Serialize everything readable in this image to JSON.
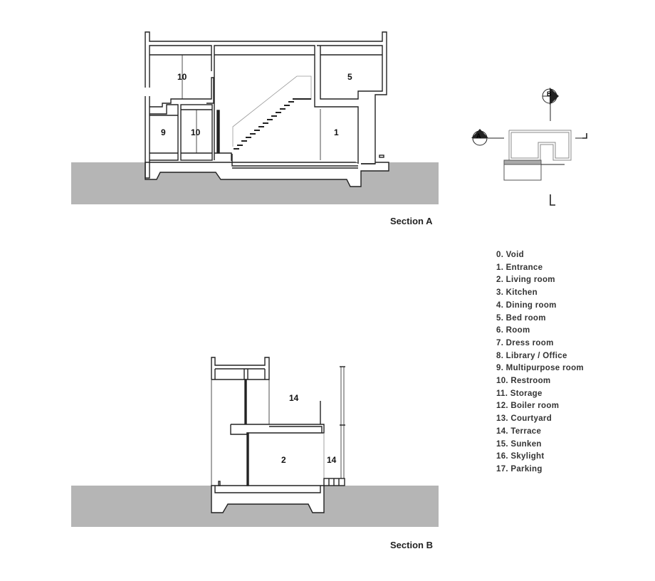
{
  "section_a": {
    "caption": "Section A",
    "room_labels": [
      "10",
      "5",
      "9",
      "10",
      "1"
    ]
  },
  "section_b": {
    "caption": "Section B",
    "room_labels": [
      "14",
      "2",
      "14"
    ]
  },
  "key_plan": {
    "marker_a": "A",
    "marker_b": "B"
  },
  "legend": [
    "0. Void",
    "1. Entrance",
    "2. Living room",
    "3. Kitchen",
    "4. Dining room",
    "5. Bed room",
    "6. Room",
    "7. Dress room",
    "8. Library / Office",
    "9. Multipurpose room",
    "10. Restroom",
    "11. Storage",
    "12. Boiler room",
    "13. Courtyard",
    "14. Terrace",
    "15. Sunken",
    "16. Skylight",
    "17. Parking"
  ],
  "colors": {
    "ground": "#b5b5b5",
    "line": "#222222"
  }
}
